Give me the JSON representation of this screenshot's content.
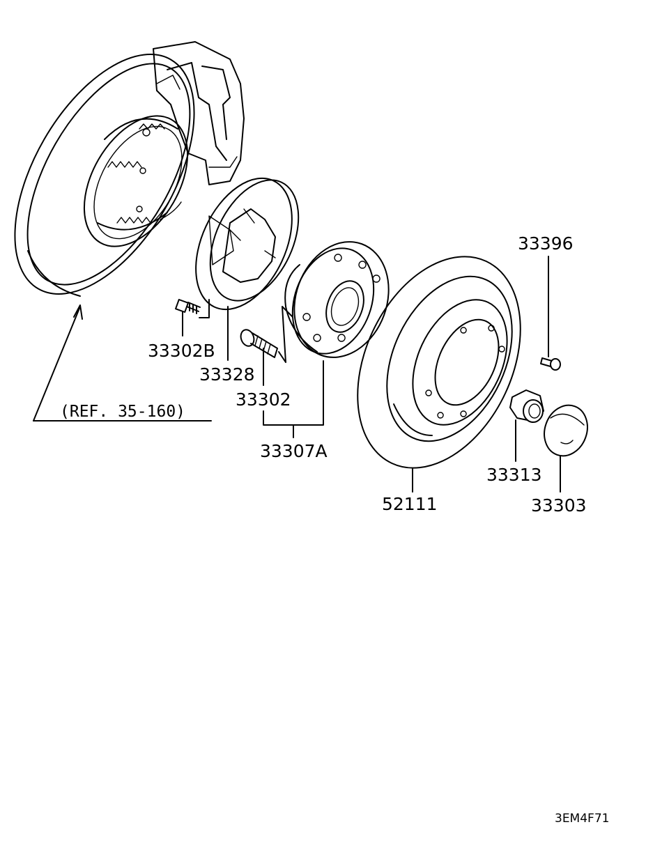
{
  "diagram": {
    "labels": {
      "p33396": "33396",
      "p33302B": "33302B",
      "p33328": "33328",
      "p33302": "33302",
      "p33307A": "33307A",
      "p52111": "52111",
      "p33313": "33313",
      "p33303": "33303"
    },
    "reference": "(REF. 35-160)",
    "figure_code": "3EM4F71"
  }
}
